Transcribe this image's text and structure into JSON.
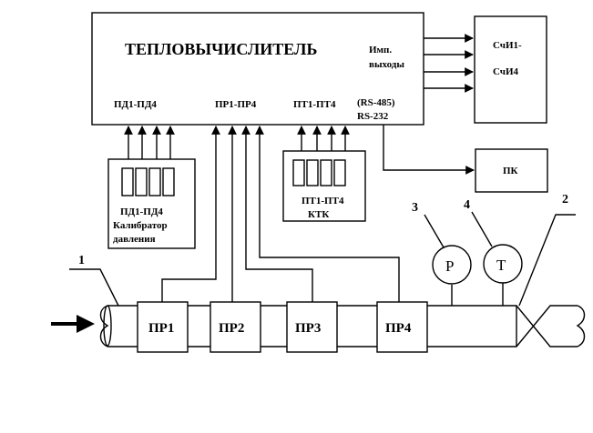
{
  "calculator": {
    "title": "ТЕПЛОВЫЧИСЛИТЕЛЬ",
    "imp_outputs_line1": "Имп.",
    "imp_outputs_line2": "выходы",
    "pd_ports": "ПД1-ПД4",
    "pr_ports": "ПР1-ПР4",
    "pt_ports": "ПТ1-ПТ4",
    "rs485": "(RS-485)",
    "rs232": "RS-232"
  },
  "counters": {
    "label_top": "СчИ1-",
    "label_bottom": "СчИ4"
  },
  "pc": {
    "label": "ПК"
  },
  "pressure_calibrator": {
    "line1": "ПД1-ПД4",
    "line2": "Калибратор",
    "line3": "давления"
  },
  "temp_calibrator": {
    "line1": "ПТ1-ПТ4",
    "line2": "КТК"
  },
  "transducers": [
    "ПР1",
    "ПР2",
    "ПР3",
    "ПР4"
  ],
  "gauges": {
    "pressure": "Р",
    "temperature": "Т"
  },
  "callouts": [
    "1",
    "2",
    "3",
    "4"
  ]
}
